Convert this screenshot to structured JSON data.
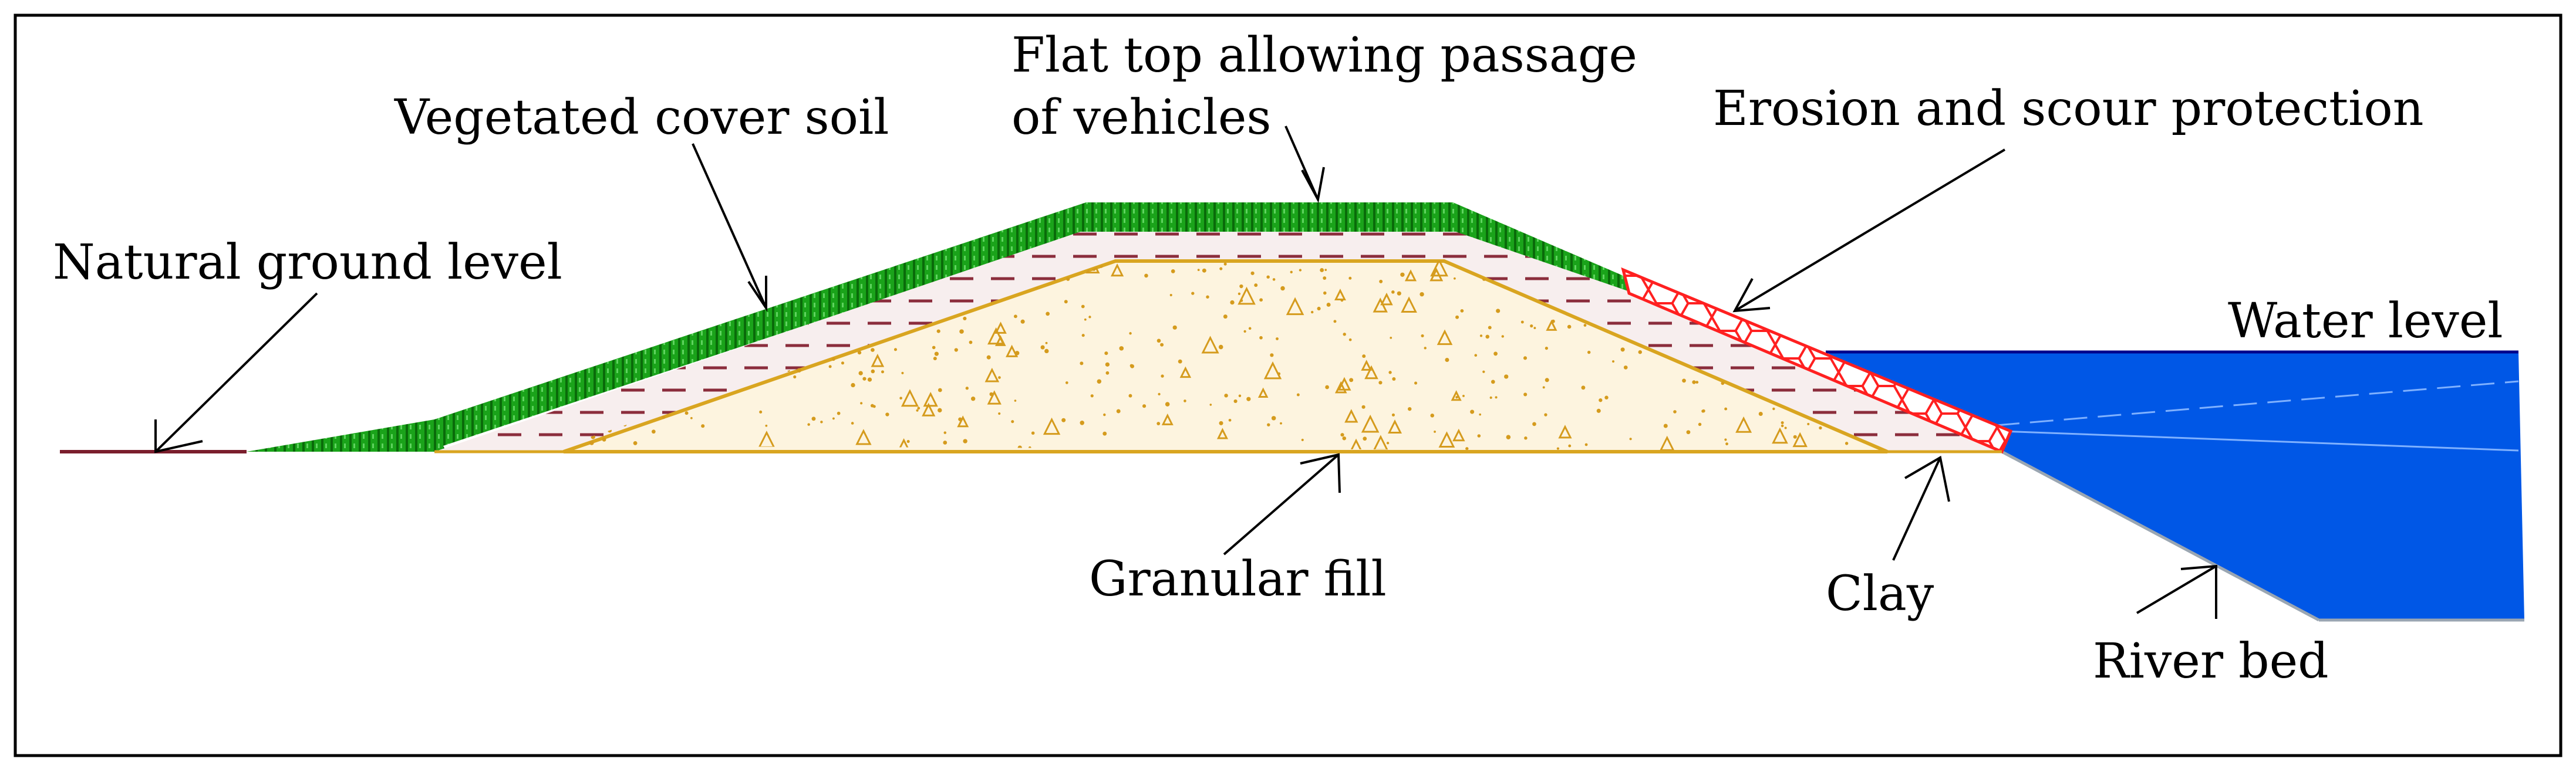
{
  "labels": {
    "flat_top_line1": "Flat top allowing passage",
    "flat_top_line2": "of vehicles",
    "vegetated_cover": "Vegetated cover soil",
    "erosion": "Erosion and scour protection",
    "natural_ground": "Natural ground level",
    "water_level": "Water level",
    "granular_fill": "Granular fill",
    "clay": "Clay",
    "river_bed": "River bed"
  },
  "colors": {
    "frame": "#000000",
    "vegetation": "#1aa31a",
    "vegetation_dark": "#0a6a0a",
    "clay_fill": "#f7eeee",
    "clay_dash": "#8b2d3c",
    "granular_fill": "#fdf4df",
    "granular_outline": "#d9a520",
    "granular_speck": "#d59b1d",
    "erosion": "#ff2020",
    "water": "#0057e6",
    "water_line": "#00008b",
    "ground_line": "#7a1e2c",
    "bed_line": "#9aa6b2"
  }
}
